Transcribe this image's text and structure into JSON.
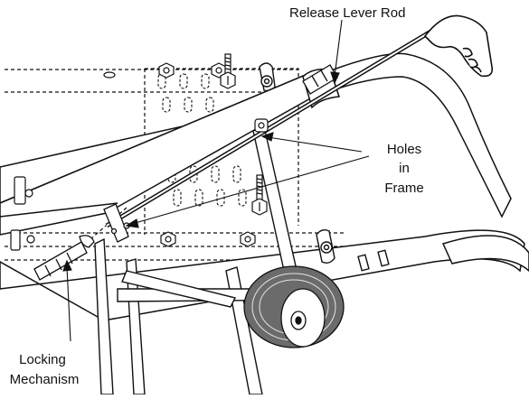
{
  "diagram": {
    "labels": {
      "release_lever_rod": "Release Lever Rod",
      "holes_line1": "Holes",
      "holes_line2": "in",
      "holes_line3": "Frame",
      "locking_line1": "Locking",
      "locking_line2": "Mechanism"
    },
    "colors": {
      "ink": "#111111",
      "background": "#ffffff",
      "tire": "#6b6b6b"
    }
  }
}
